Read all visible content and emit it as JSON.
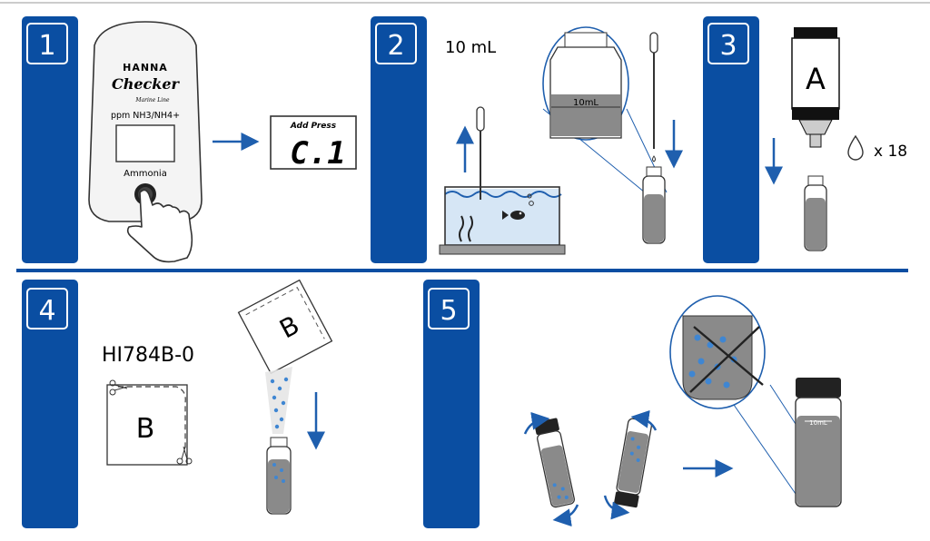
{
  "colors": {
    "brand_blue": "#0a4ea2",
    "arrow_blue": "#1f5fae",
    "water_blue": "#d6e6f5",
    "vial_gray": "#8a8a8a",
    "bead_blue": "#3f86d2"
  },
  "steps": [
    {
      "number": "1"
    },
    {
      "number": "2"
    },
    {
      "number": "3"
    },
    {
      "number": "4"
    },
    {
      "number": "5"
    }
  ],
  "meter": {
    "brand": "HANNA",
    "model": "Checker",
    "line": "Marine Line",
    "units": "ppm NH3/NH4+",
    "name": "Ammonia",
    "lcd_prompt": "Add Press",
    "lcd_code": "C.1"
  },
  "step2": {
    "volume": "10 mL",
    "vial_mark": "10mL"
  },
  "step3": {
    "reagent_letter": "A",
    "drops": "x 18"
  },
  "step4": {
    "code": "HI784B-0",
    "packet_letter": "B"
  },
  "step5": {
    "vial_mark": "10mL"
  },
  "icons": [
    "finger-press-icon",
    "arrow-right-icon",
    "arrow-up-icon",
    "arrow-down-icon",
    "drop-icon",
    "scissors-icon",
    "rotate-arrows-icon",
    "fish-icon"
  ]
}
